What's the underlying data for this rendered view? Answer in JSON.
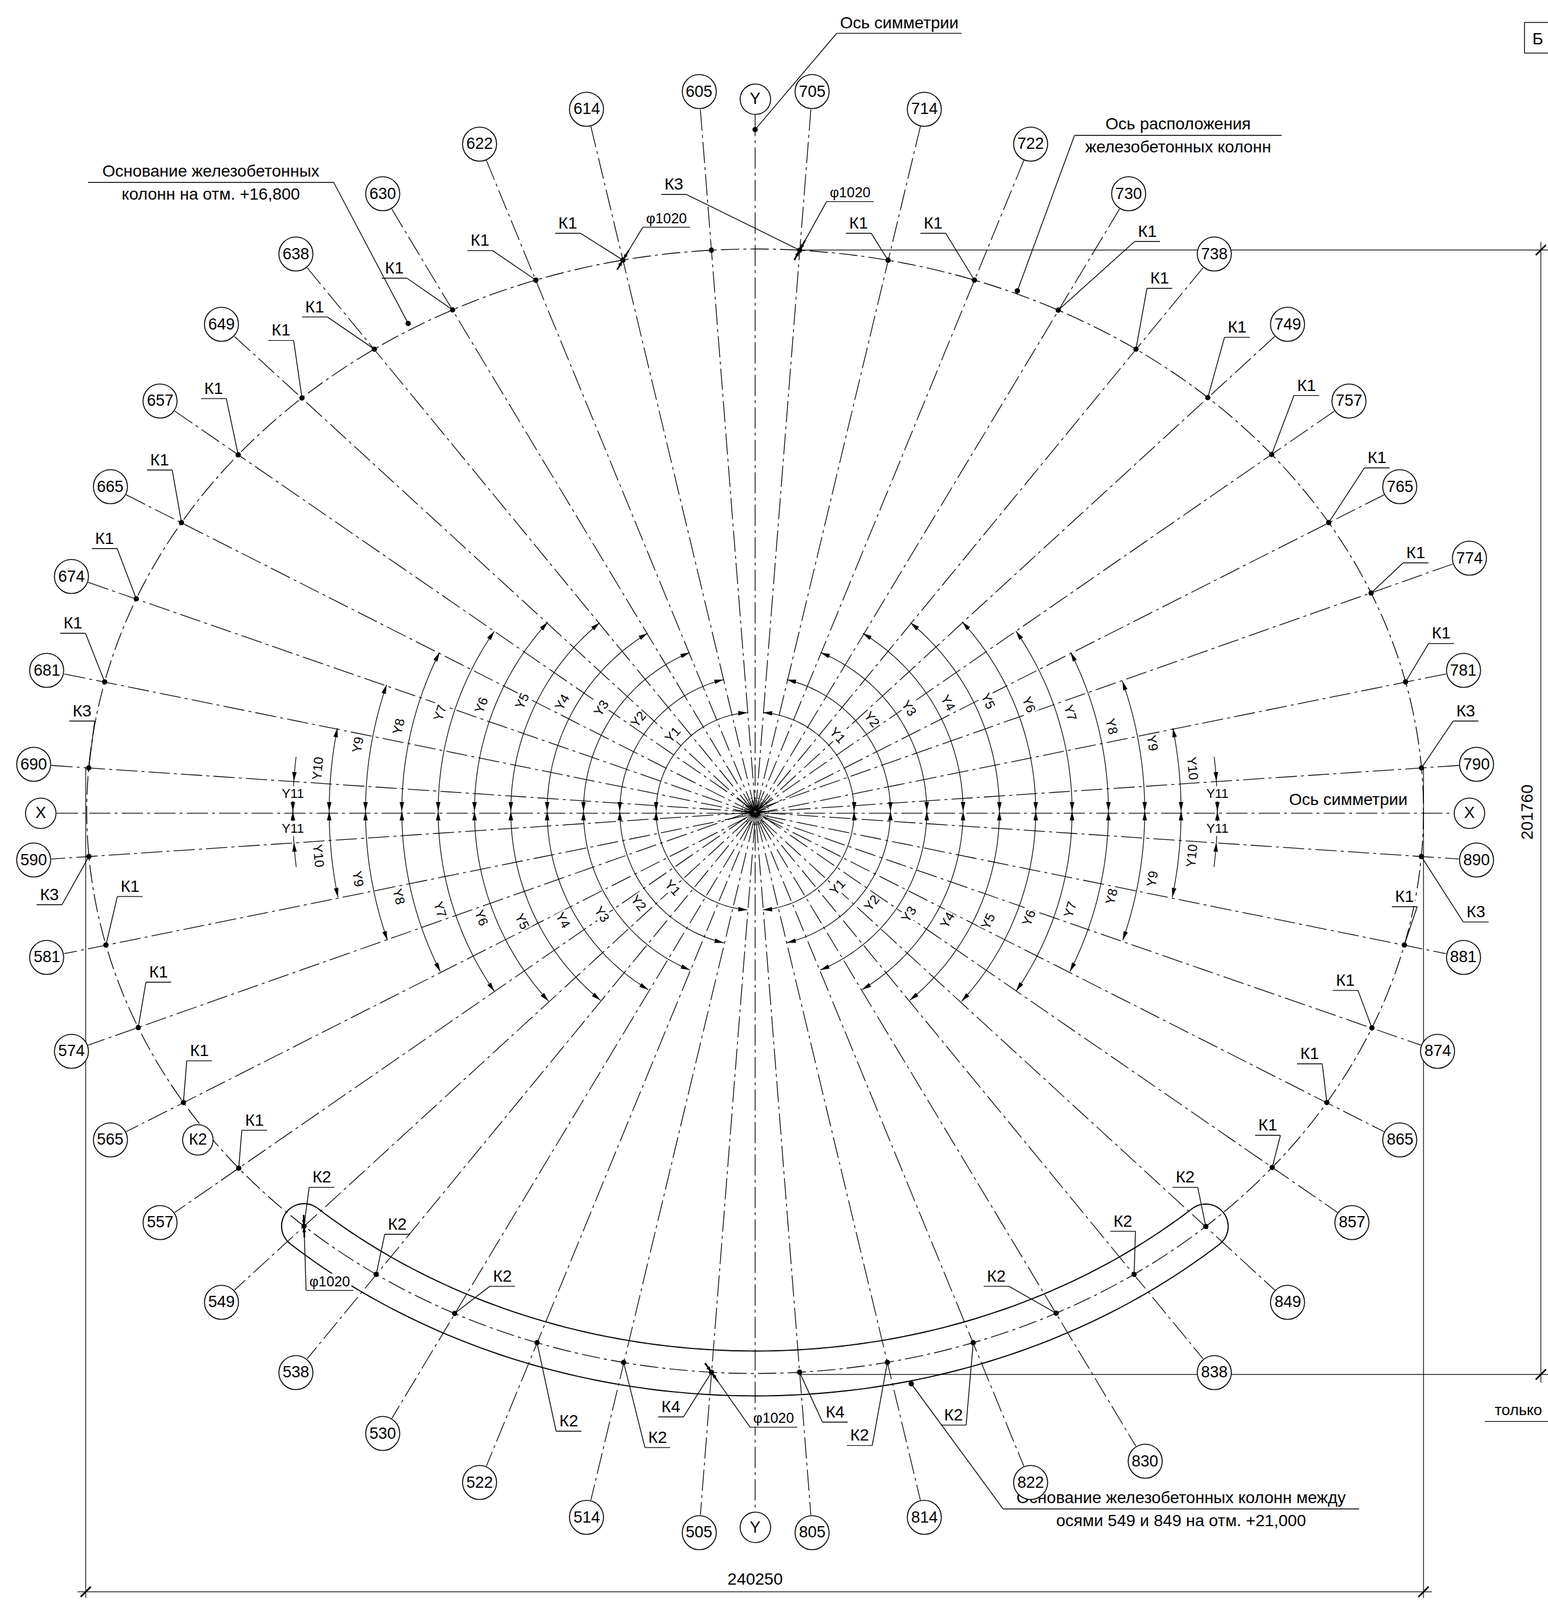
{
  "diagram": {
    "nodes": [
      {
        "text": [
          "Y"
        ]
      },
      {
        "text": [
          "605"
        ]
      },
      {
        "text": [
          "705"
        ]
      },
      {
        "text": [
          "614"
        ]
      },
      {
        "text": [
          "714"
        ]
      },
      {
        "text": [
          "622"
        ]
      },
      {
        "text": [
          "722"
        ]
      },
      {
        "text": [
          "630"
        ]
      },
      {
        "text": [
          "730"
        ]
      },
      {
        "text": [
          "638"
        ]
      },
      {
        "text": [
          "738"
        ]
      },
      {
        "text": [
          "649"
        ]
      },
      {
        "text": [
          "749"
        ]
      },
      {
        "text": [
          "657"
        ]
      },
      {
        "text": [
          "757"
        ]
      },
      {
        "text": [
          "665"
        ]
      },
      {
        "text": [
          "765"
        ]
      },
      {
        "text": [
          "674"
        ]
      },
      {
        "text": [
          "774"
        ]
      },
      {
        "text": [
          "681"
        ]
      },
      {
        "text": [
          "781"
        ]
      },
      {
        "text": [
          "690"
        ]
      },
      {
        "text": [
          "790"
        ]
      },
      {
        "text": [
          "X"
        ]
      },
      {
        "text": [
          "X"
        ]
      },
      {
        "text": [
          "590"
        ]
      },
      {
        "text": [
          "890"
        ]
      },
      {
        "text": [
          "581"
        ]
      },
      {
        "text": [
          "881"
        ]
      },
      {
        "text": [
          "574"
        ]
      },
      {
        "text": [
          "874"
        ]
      },
      {
        "text": [
          "565"
        ]
      },
      {
        "text": [
          "865"
        ]
      },
      {
        "text": [
          "К2"
        ]
      },
      {
        "text": [
          "557"
        ]
      },
      {
        "text": [
          "857"
        ]
      },
      {
        "text": [
          "549"
        ]
      },
      {
        "text": [
          "849"
        ]
      },
      {
        "text": [
          "538"
        ]
      },
      {
        "text": [
          "838"
        ]
      },
      {
        "text": [
          "530"
        ]
      },
      {
        "text": [
          "830"
        ]
      },
      {
        "text": [
          "522"
        ]
      },
      {
        "text": [
          "822"
        ]
      },
      {
        "text": [
          "514"
        ]
      },
      {
        "text": [
          "814"
        ]
      },
      {
        "text": [
          "505"
        ]
      },
      {
        "text": [
          "805"
        ]
      },
      {
        "text": [
          "Y"
        ]
      }
    ],
    "edges": [
      {
        "from": 0,
        "to": 48,
        "arrow": "none"
      },
      {
        "from": 1,
        "to": 47,
        "arrow": "none"
      },
      {
        "from": 2,
        "to": 46,
        "arrow": "none"
      },
      {
        "from": 3,
        "to": 45,
        "arrow": "none"
      },
      {
        "from": 4,
        "to": 44,
        "arrow": "none"
      },
      {
        "from": 5,
        "to": 43,
        "arrow": "none"
      },
      {
        "from": 6,
        "to": 42,
        "arrow": "none"
      },
      {
        "from": 7,
        "to": 41,
        "arrow": "none"
      },
      {
        "from": 8,
        "to": 40,
        "arrow": "none"
      },
      {
        "from": 9,
        "to": 39,
        "arrow": "none"
      },
      {
        "from": 10,
        "to": 38,
        "arrow": "none"
      },
      {
        "from": 11,
        "to": 37,
        "arrow": "none"
      },
      {
        "from": 12,
        "to": 36,
        "arrow": "none"
      },
      {
        "from": 13,
        "to": 35,
        "arrow": "none"
      },
      {
        "from": 14,
        "to": 34,
        "arrow": "none"
      },
      {
        "from": 15,
        "to": 32,
        "arrow": "none"
      },
      {
        "from": 16,
        "to": 31,
        "arrow": "none"
      },
      {
        "from": 17,
        "to": 30,
        "arrow": "none"
      },
      {
        "from": 18,
        "to": 29,
        "arrow": "none"
      },
      {
        "from": 19,
        "to": 28,
        "arrow": "none"
      },
      {
        "from": 20,
        "to": 27,
        "arrow": "none"
      },
      {
        "from": 21,
        "to": 26,
        "arrow": "none"
      },
      {
        "from": 22,
        "to": 25,
        "arrow": "none"
      },
      {
        "from": 23,
        "to": 24,
        "arrow": "none",
        "label": "Ось симметрии"
      }
    ],
    "labels": [
      "Ось симметрии",
      "Ось расположения железобетонных колонн",
      "Основание железобетонных колонн на отм. +16,800",
      "Основание железобетонных колонн между осями 549 и 849 на отм. +21,000",
      "240250",
      "201760",
      "только",
      "Б",
      "φ1020",
      "φ1020",
      "φ1020",
      "φ1020",
      "К3",
      "К3",
      "К3",
      "К3",
      "К3",
      "К1",
      "К1",
      "К1",
      "К1",
      "К1",
      "К1",
      "К1",
      "К1",
      "К1",
      "К1",
      "К1",
      "К1",
      "К1",
      "К1",
      "К1",
      "К1",
      "К1",
      "К1",
      "К1",
      "К1",
      "К1",
      "К1",
      "К1",
      "К1",
      "К1",
      "К1",
      "К2",
      "К2",
      "К2",
      "К2",
      "К2",
      "К2",
      "К2",
      "К2",
      "К2",
      "К2",
      "К4",
      "К4",
      "Y1",
      "Y2",
      "Y3",
      "Y4",
      "Y5",
      "Y6",
      "Y7",
      "Y8",
      "Y9",
      "Y10",
      "Y11",
      "Y1",
      "Y2",
      "Y3",
      "Y4",
      "Y5",
      "Y6",
      "Y7",
      "Y8",
      "Y9",
      "Y10",
      "Y11",
      "Y1",
      "Y2",
      "Y3",
      "Y4",
      "Y5",
      "Y6",
      "Y7",
      "Y8",
      "Y9",
      "Y10",
      "Y11",
      "Y1",
      "Y2",
      "Y3",
      "Y4",
      "Y5",
      "Y6",
      "Y7",
      "Y8",
      "Y9",
      "Y10",
      "Y11"
    ]
  }
}
